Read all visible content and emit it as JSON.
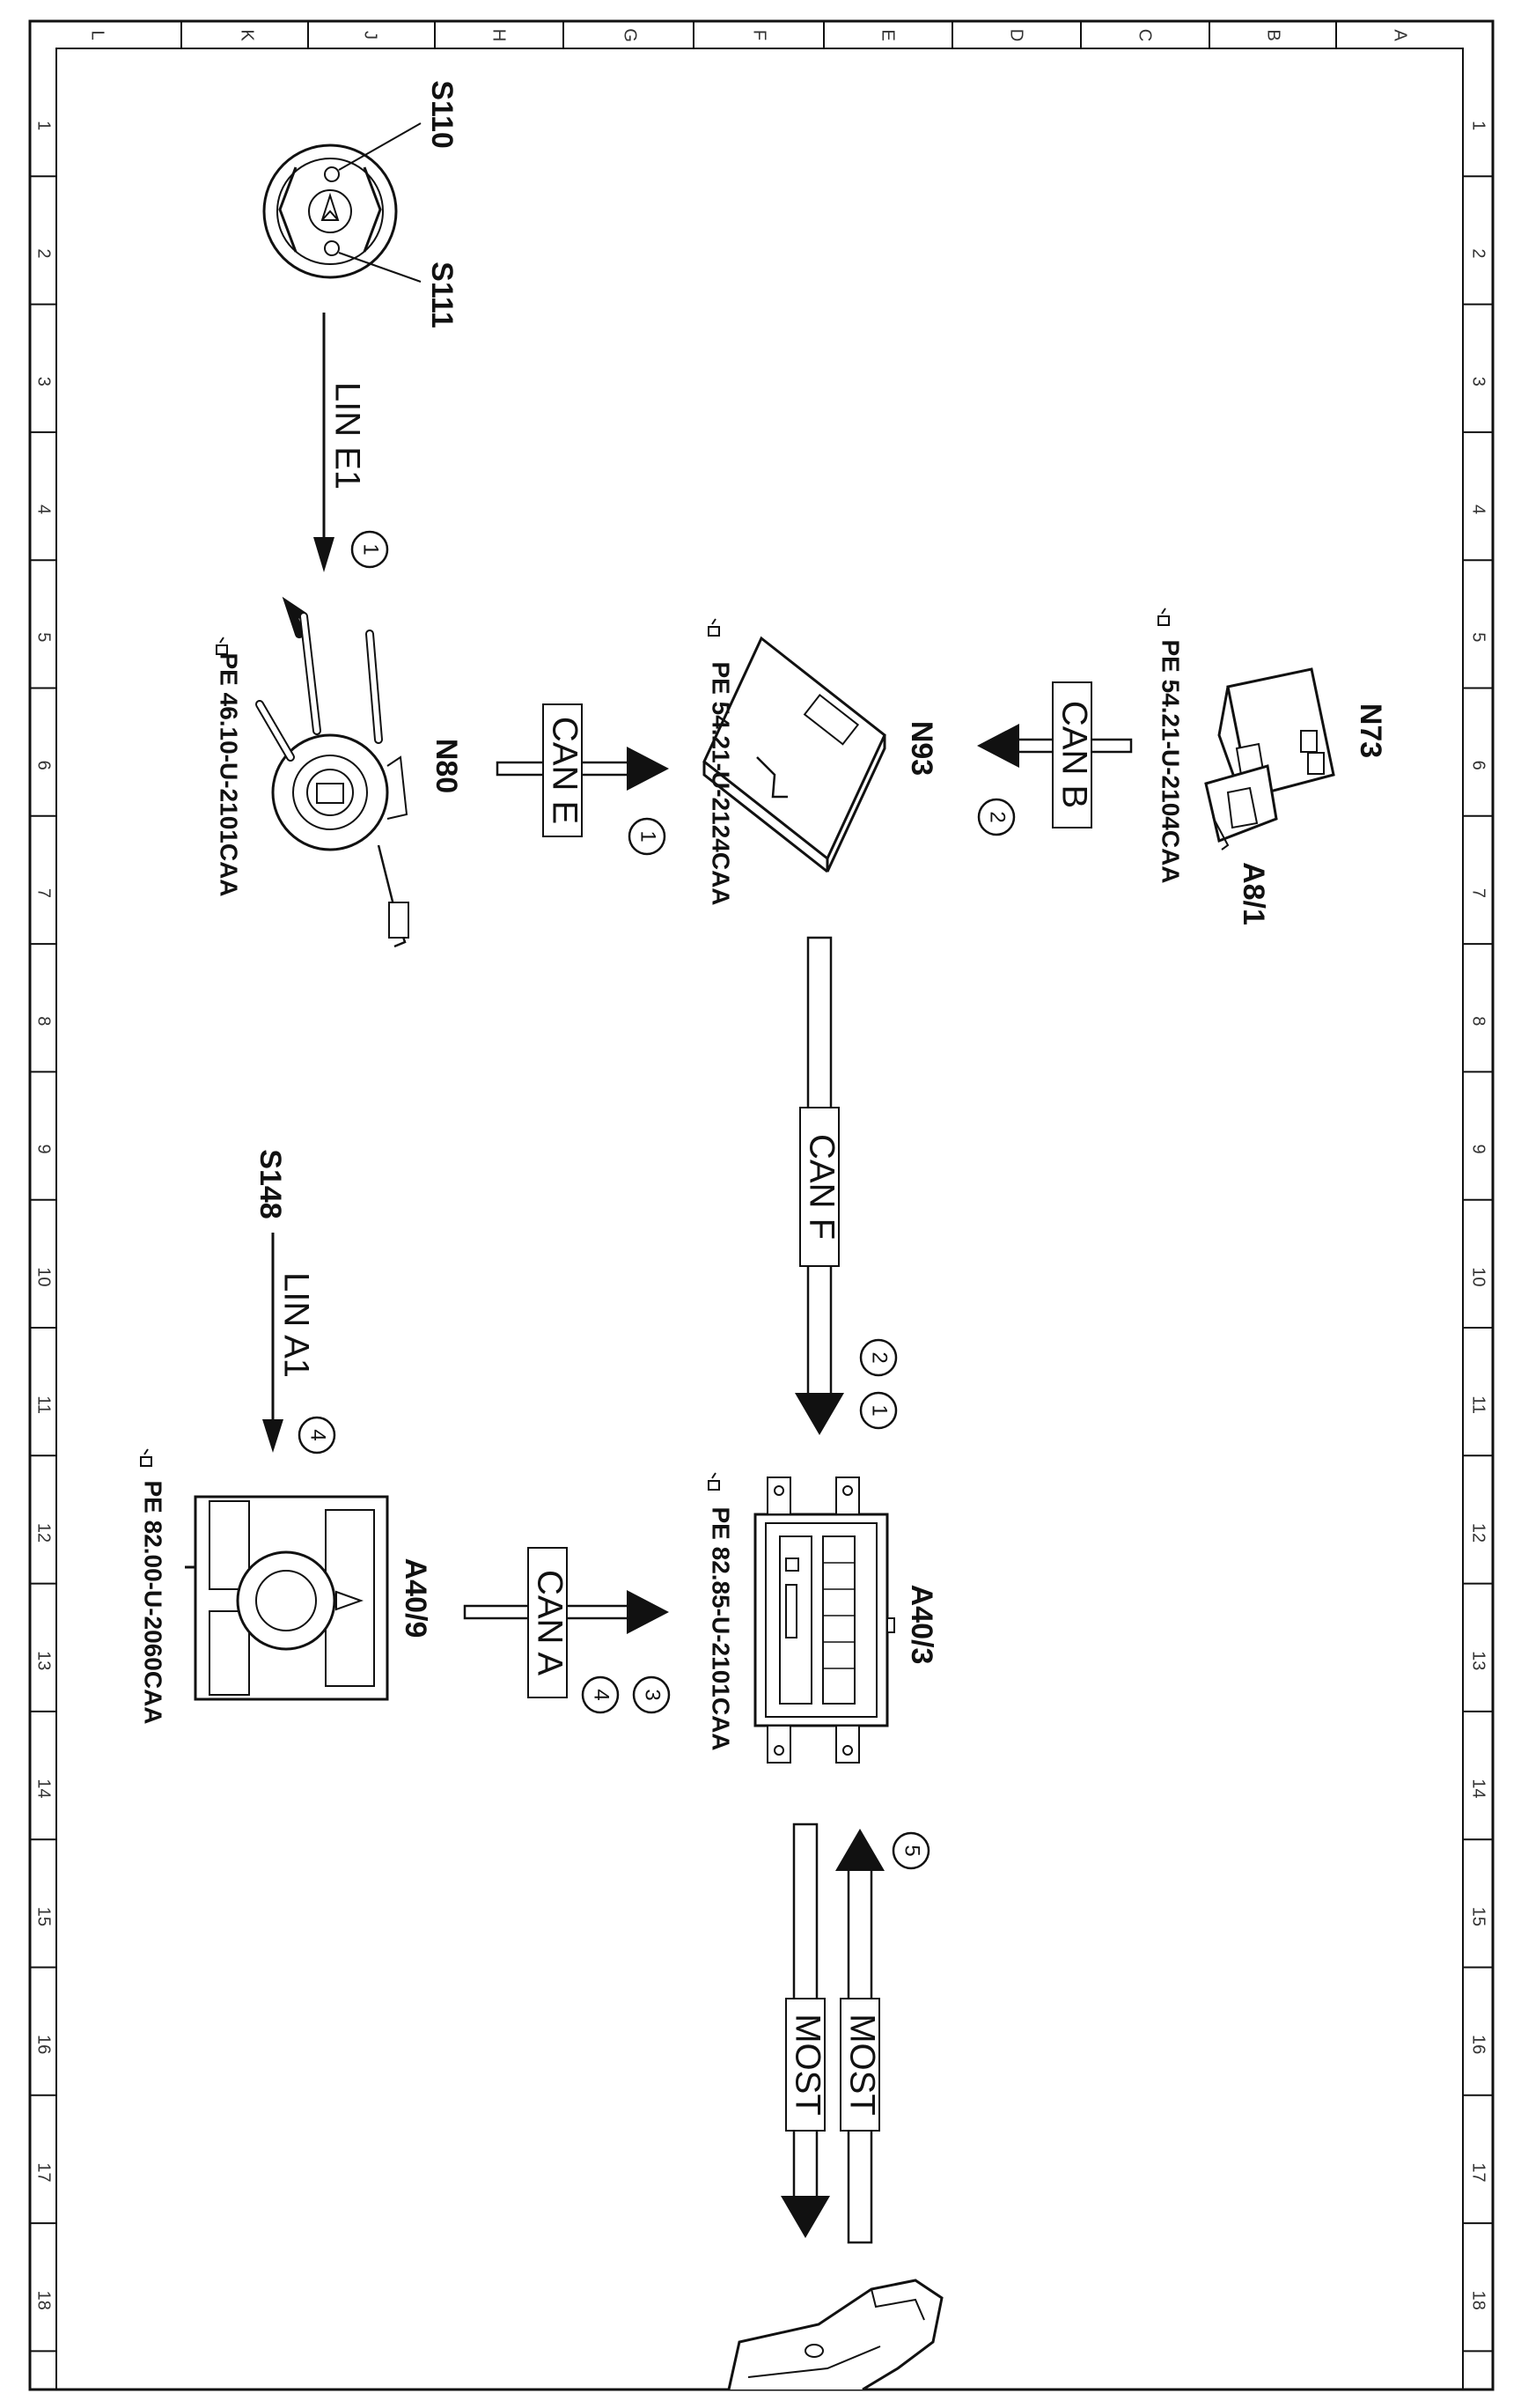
{
  "frame": {
    "top_letters": [
      "L",
      "K",
      "J",
      "H",
      "G",
      "F",
      "E",
      "D",
      "C",
      "B",
      "A"
    ],
    "side_numbers": [
      "1",
      "2",
      "3",
      "4",
      "5",
      "6",
      "7",
      "8",
      "9",
      "10",
      "11",
      "12",
      "13",
      "14",
      "15",
      "16",
      "17",
      "18"
    ]
  },
  "components": {
    "s110": "S110",
    "s111": "S111",
    "n80": "N80",
    "n93": "N93",
    "n73": "N73",
    "a8_1": "A8/1",
    "s148": "S148",
    "a40_9": "A40/9",
    "a40_3": "A40/3"
  },
  "references": {
    "n80": "PE 46.10-U-2101CAA",
    "n93": "PE 54.21-U-2124CAA",
    "n73": "PE 54.21-U-2104CAA",
    "a40_9": "PE 82.00-U-2060CAA",
    "a40_3": "PE 82.85-U-2101CAA"
  },
  "buses": {
    "lin_e1": "LIN E1",
    "can_e": "CAN E",
    "can_b": "CAN B",
    "can_f": "CAN F",
    "lin_a1": "LIN A1",
    "can_a": "CAN A",
    "most_in": "MOST",
    "most_out": "MOST"
  },
  "step_markers": {
    "lin_e1": [
      "1"
    ],
    "can_e": [
      "1"
    ],
    "can_b": [
      "2"
    ],
    "can_f": [
      "2",
      "1"
    ],
    "lin_a1": [
      "4"
    ],
    "can_a": [
      "4",
      "3"
    ],
    "most": [
      "5"
    ]
  }
}
